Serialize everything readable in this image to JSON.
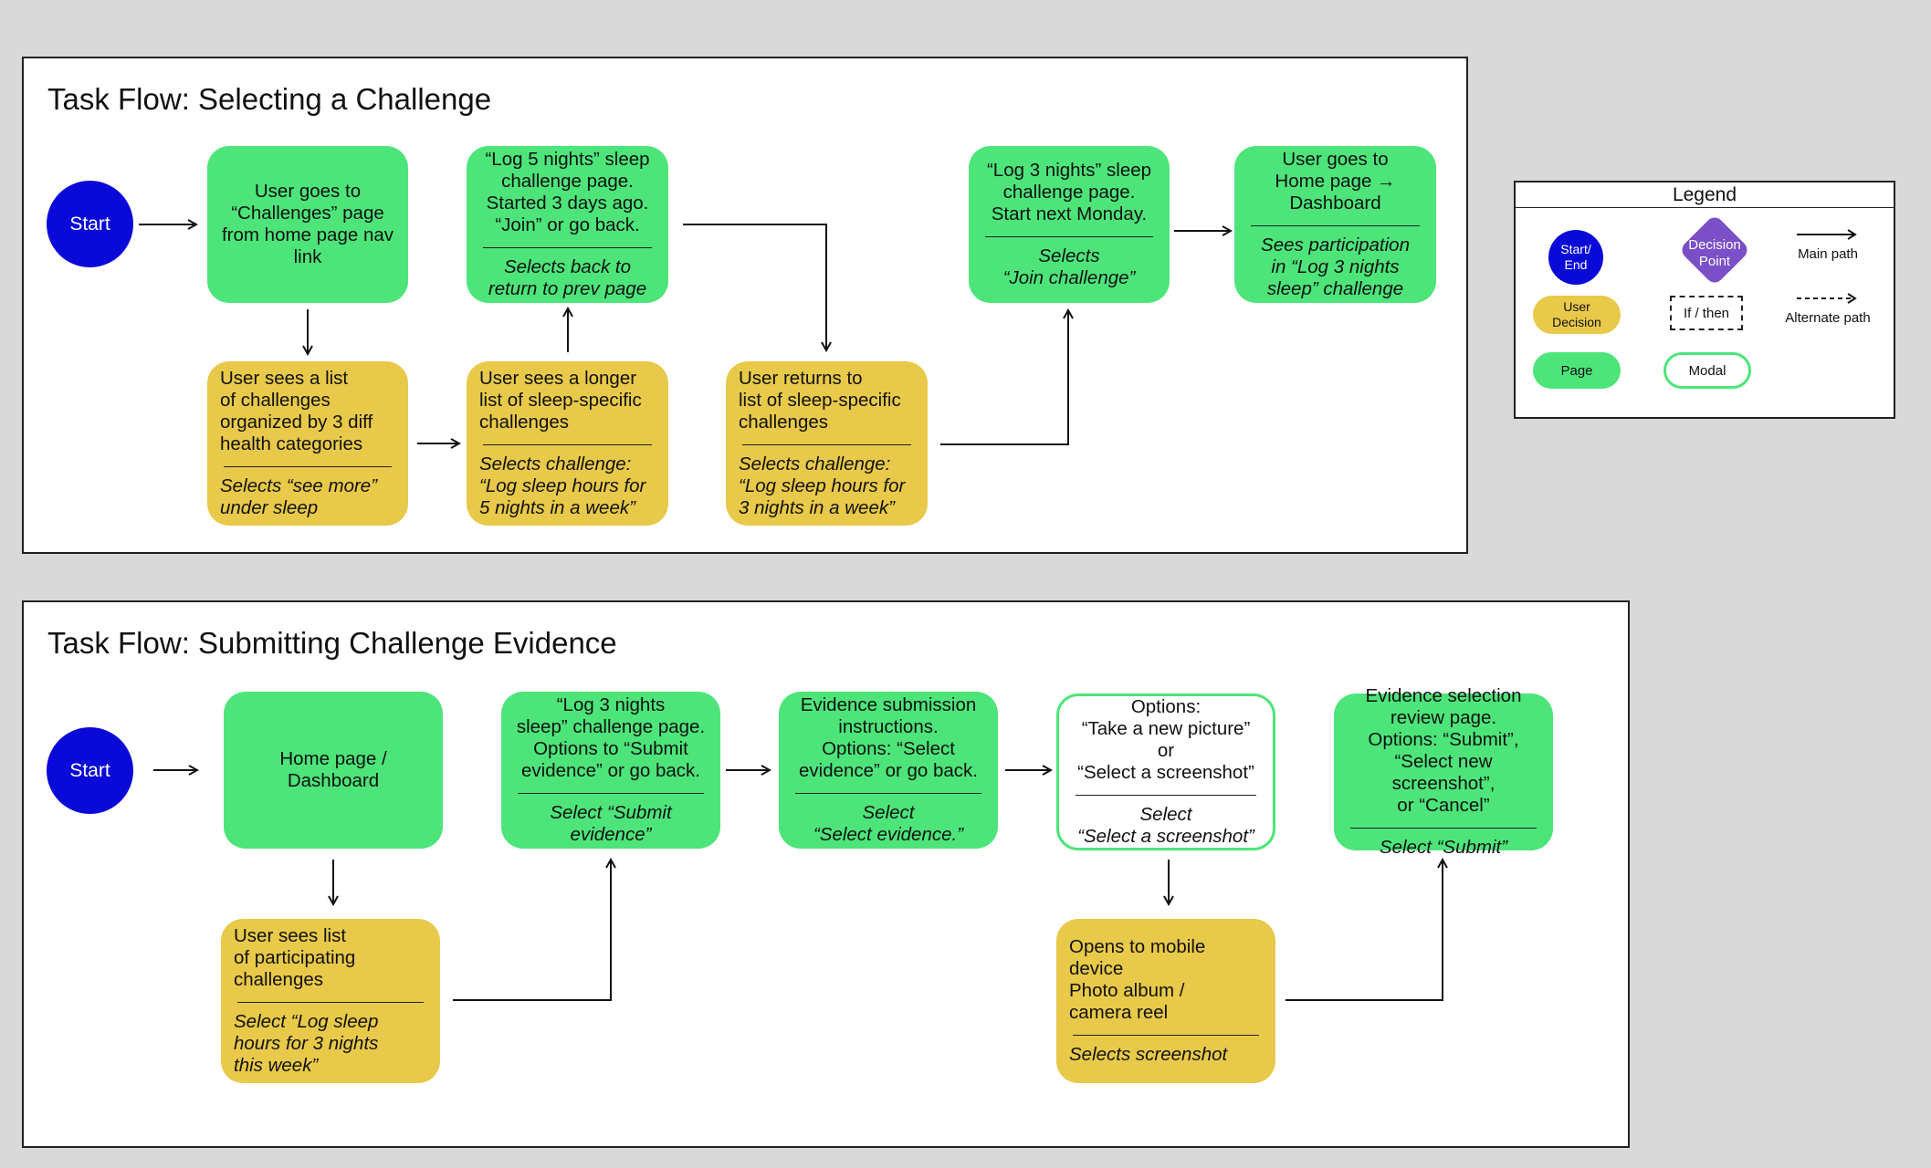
{
  "flow1": {
    "title": "Task Flow: Selecting a Challenge",
    "start": "Start",
    "nodes": {
      "n1": {
        "main": "User goes to\n“Challenges” page\nfrom home page nav\nlink"
      },
      "n2": {
        "main": "User sees a list\nof challenges\norganized by 3 diff\nhealth categories",
        "sub": "Selects “see more”\nunder sleep"
      },
      "n3": {
        "main": "User sees a longer\nlist of sleep-specific\nchallenges",
        "sub": "Selects challenge:\n“Log sleep hours for\n5 nights in a week”"
      },
      "n4": {
        "main": "“Log 5 nights” sleep\nchallenge page.\nStarted 3 days ago.\n“Join” or go back.",
        "sub": "Selects back to\nreturn to prev page"
      },
      "n5": {
        "main": "User returns to\nlist of sleep-specific\nchallenges",
        "sub": "Selects challenge:\n“Log sleep hours for\n3 nights in a week”"
      },
      "n6": {
        "main": "“Log 3 nights” sleep\nchallenge page.\nStart next Monday.",
        "sub": "Selects\n“Join challenge”"
      },
      "n7": {
        "main": "User goes to\nHome page →\nDashboard",
        "sub": "Sees participation\nin “Log 3 nights\nsleep” challenge"
      }
    }
  },
  "flow2": {
    "title": "Task Flow: Submitting Challenge Evidence",
    "start": "Start",
    "nodes": {
      "m1": {
        "main": "Home page /\nDashboard"
      },
      "m2": {
        "main": "User sees list\nof participating\nchallenges",
        "sub": "Select “Log sleep\nhours for 3 nights\nthis week”"
      },
      "m3": {
        "main": "“Log 3 nights\nsleep” challenge page.\nOptions to “Submit\nevidence” or go back.",
        "sub": "Select “Submit\nevidence”"
      },
      "m4": {
        "main": "Evidence submission\ninstructions.\nOptions: “Select\nevidence” or go back.",
        "sub": "Select\n“Select evidence.”"
      },
      "m5": {
        "main": "Options:\n“Take a new picture”\nor\n“Select a screenshot”",
        "sub": "Select\n“Select a screenshot”"
      },
      "m6": {
        "main": "Opens to mobile\ndevice\nPhoto album /\ncamera reel",
        "sub": "Selects screenshot"
      },
      "m7": {
        "main": "Evidence selection\nreview page.\nOptions:  “Submit”,\n“Select new screenshot”,\nor “Cancel”",
        "sub": "Select “Submit”"
      }
    }
  },
  "legend": {
    "title": "Legend",
    "start_end": "Start/\nEnd",
    "decision_point": "Decision\nPoint",
    "main_path": "Main path",
    "user_decision": "User\nDecision",
    "if_then": "If / then",
    "alternate_path": "Alternate path",
    "page": "Page",
    "modal": "Modal"
  },
  "colors": {
    "page": "#4de57a",
    "user_decision": "#e8c94a",
    "start_end": "#0a0ad8",
    "decision_point": "#7a4fc7"
  }
}
